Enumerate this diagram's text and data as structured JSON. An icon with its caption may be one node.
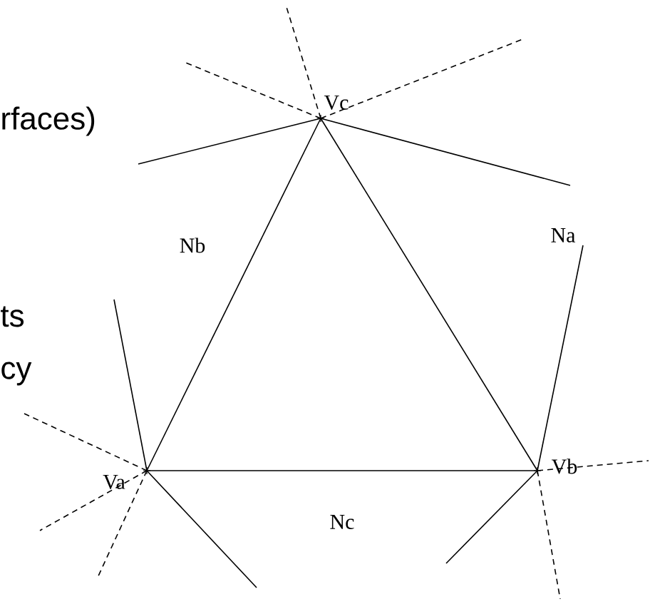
{
  "diagram": {
    "nodes": [
      {
        "text": [],
        "shape": "cross",
        "beside": [
          "Va"
        ]
      },
      {
        "text": [],
        "shape": "cross",
        "beside": [
          "Vb"
        ]
      },
      {
        "text": [],
        "shape": "cross",
        "beside": [
          "Vc"
        ]
      }
    ],
    "edges": [
      {
        "from": 0,
        "to": 1,
        "arrow": "none"
      },
      {
        "from": 1,
        "to": 2,
        "arrow": "none"
      },
      {
        "from": 2,
        "to": 0,
        "arrow": "none"
      }
    ],
    "labels": [
      "rfaces)",
      "Nb",
      "Na",
      "ts",
      "cy",
      "Nc"
    ]
  }
}
